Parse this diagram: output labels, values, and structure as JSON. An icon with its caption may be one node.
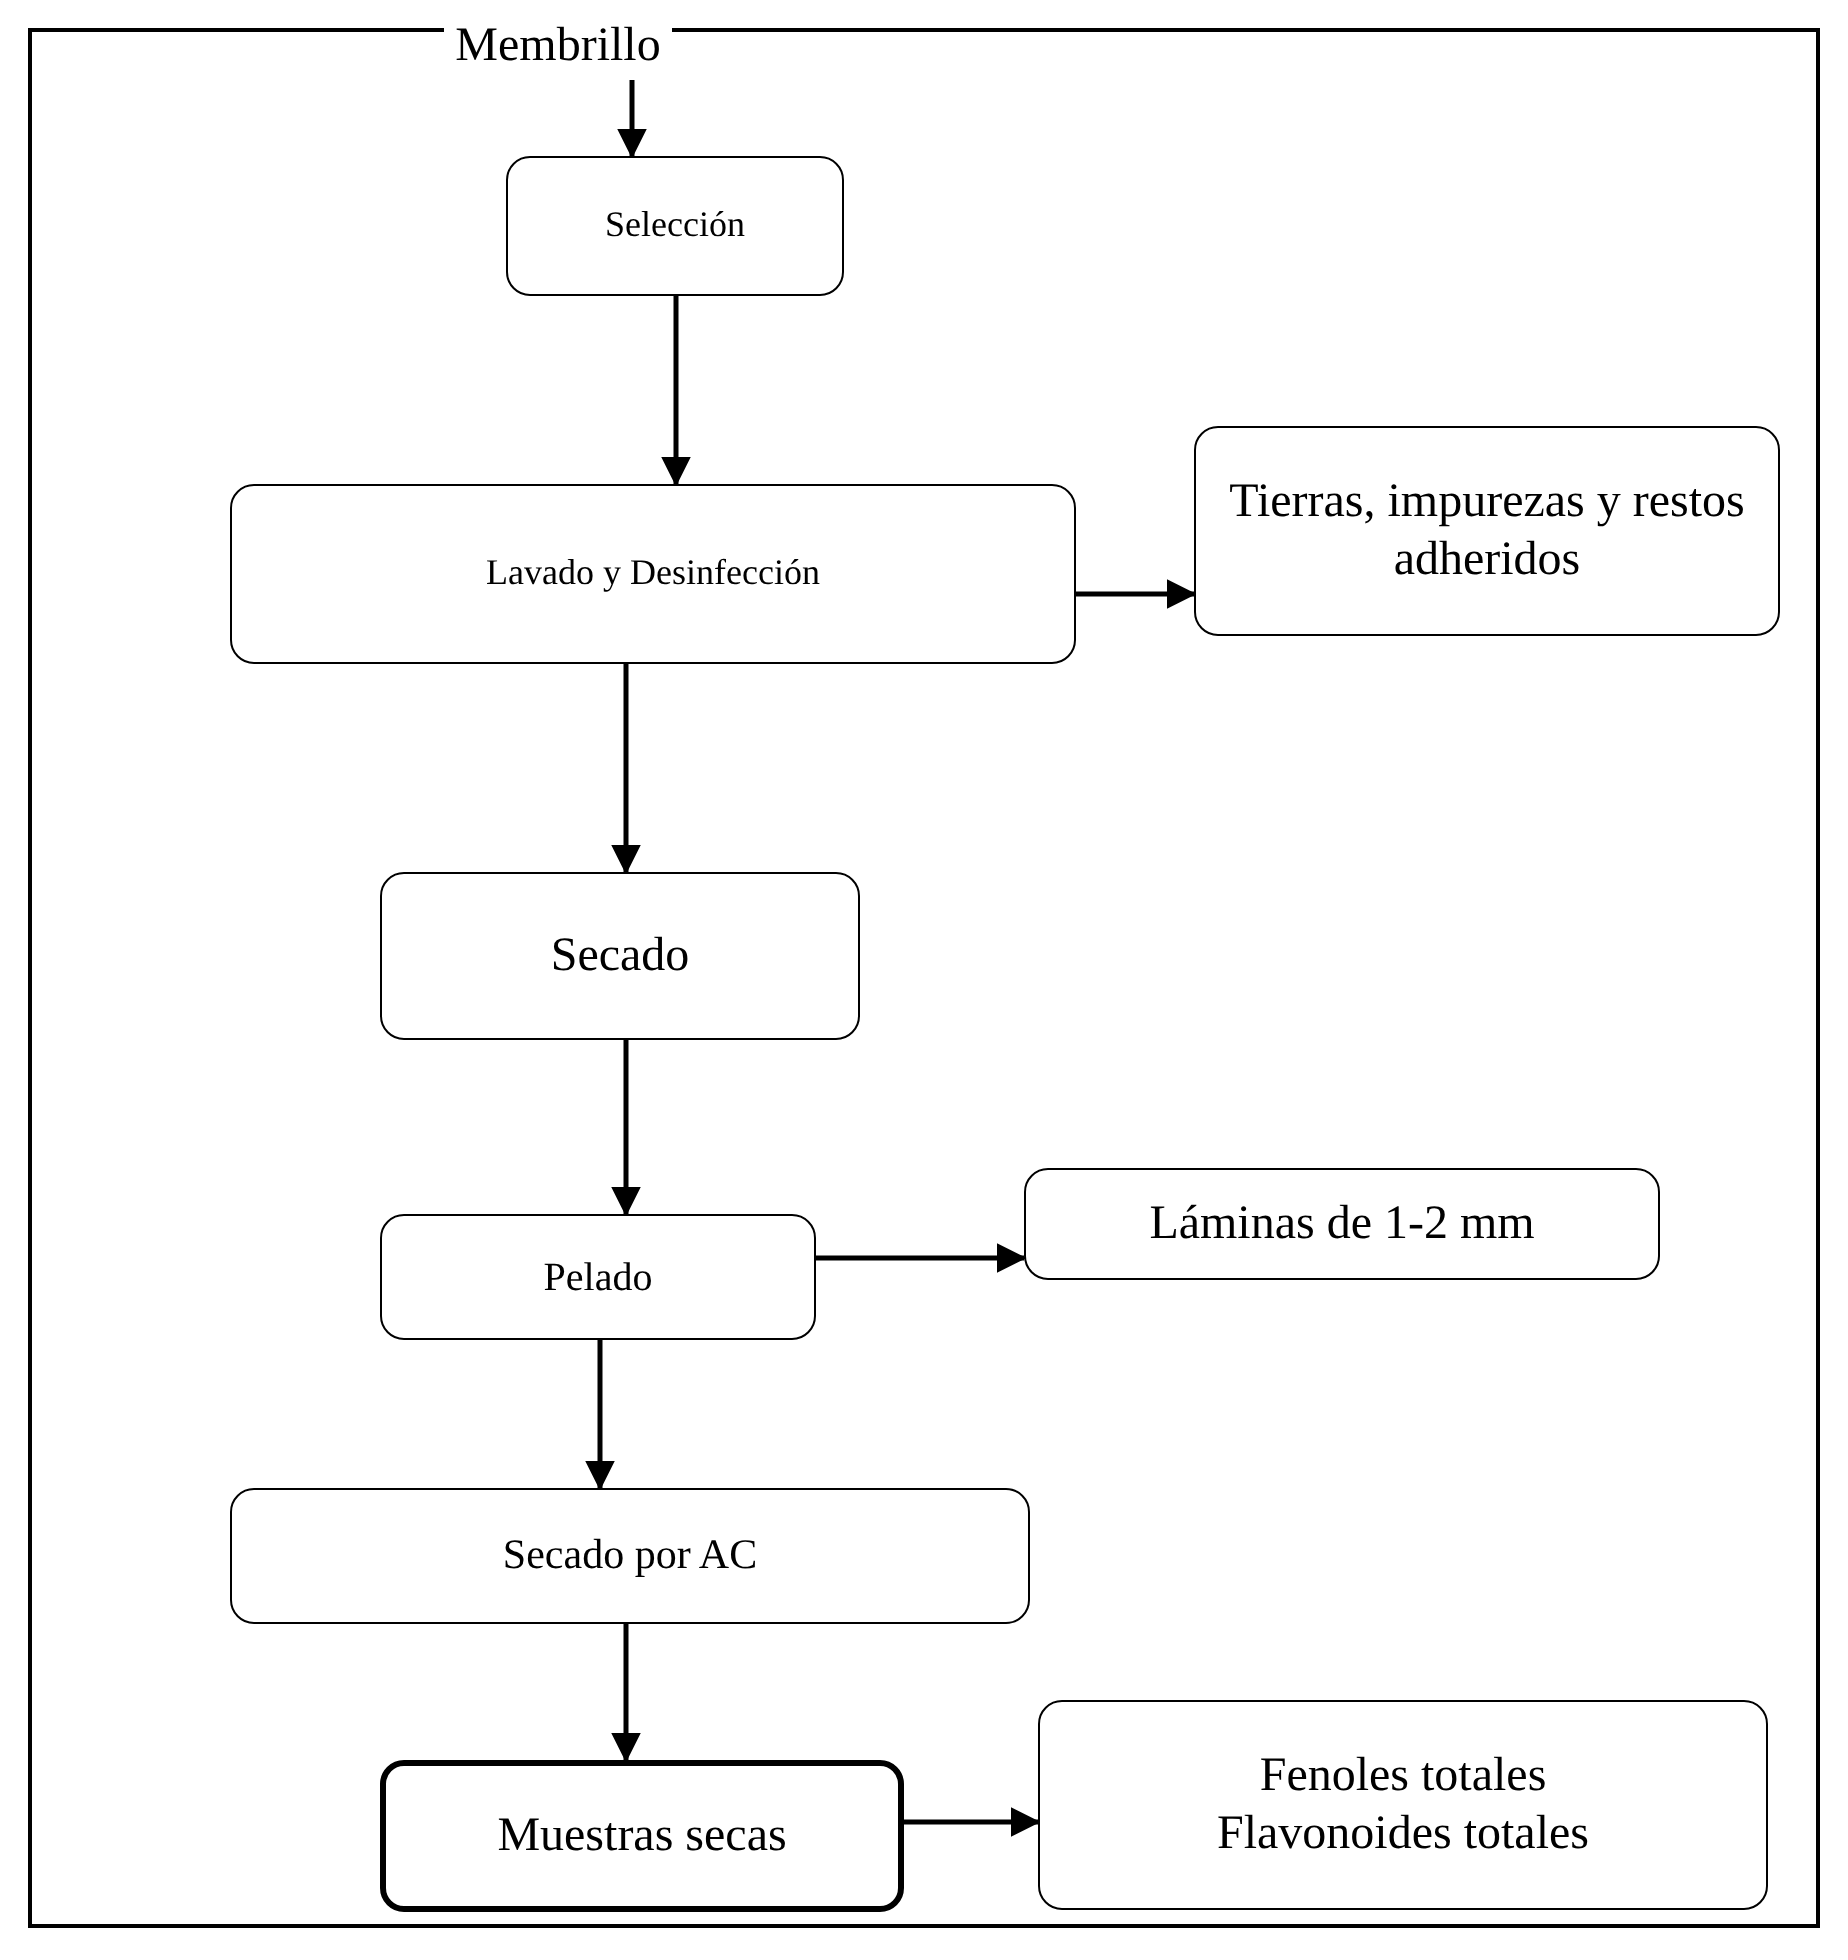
{
  "diagram": {
    "nodes": [
      {
        "text": [
          "Membrillo"
        ]
      },
      {
        "text": [
          "Selección"
        ]
      },
      {
        "text": [
          "Lavado y Desinfección"
        ]
      },
      {
        "text": [
          "Tierras, impurezas y restos adheridos"
        ]
      },
      {
        "text": [
          "Secado"
        ]
      },
      {
        "text": [
          "Pelado"
        ]
      },
      {
        "text": [
          "Láminas de 1-2 mm"
        ]
      },
      {
        "text": [
          "Secado por AC"
        ]
      },
      {
        "text": [
          "Muestras secas"
        ]
      },
      {
        "text": [
          "Fenoles totales",
          "Flavonoides totales"
        ]
      }
    ],
    "edges": [
      {
        "from": 0,
        "to": 1,
        "arrow": "to"
      },
      {
        "from": 1,
        "to": 2,
        "arrow": "to"
      },
      {
        "from": 2,
        "to": 3,
        "arrow": "to"
      },
      {
        "from": 2,
        "to": 4,
        "arrow": "to"
      },
      {
        "from": 4,
        "to": 5,
        "arrow": "to"
      },
      {
        "from": 5,
        "to": 6,
        "arrow": "to"
      },
      {
        "from": 5,
        "to": 7,
        "arrow": "to"
      },
      {
        "from": 7,
        "to": 8,
        "arrow": "to"
      },
      {
        "from": 8,
        "to": 9,
        "arrow": "to"
      }
    ]
  }
}
